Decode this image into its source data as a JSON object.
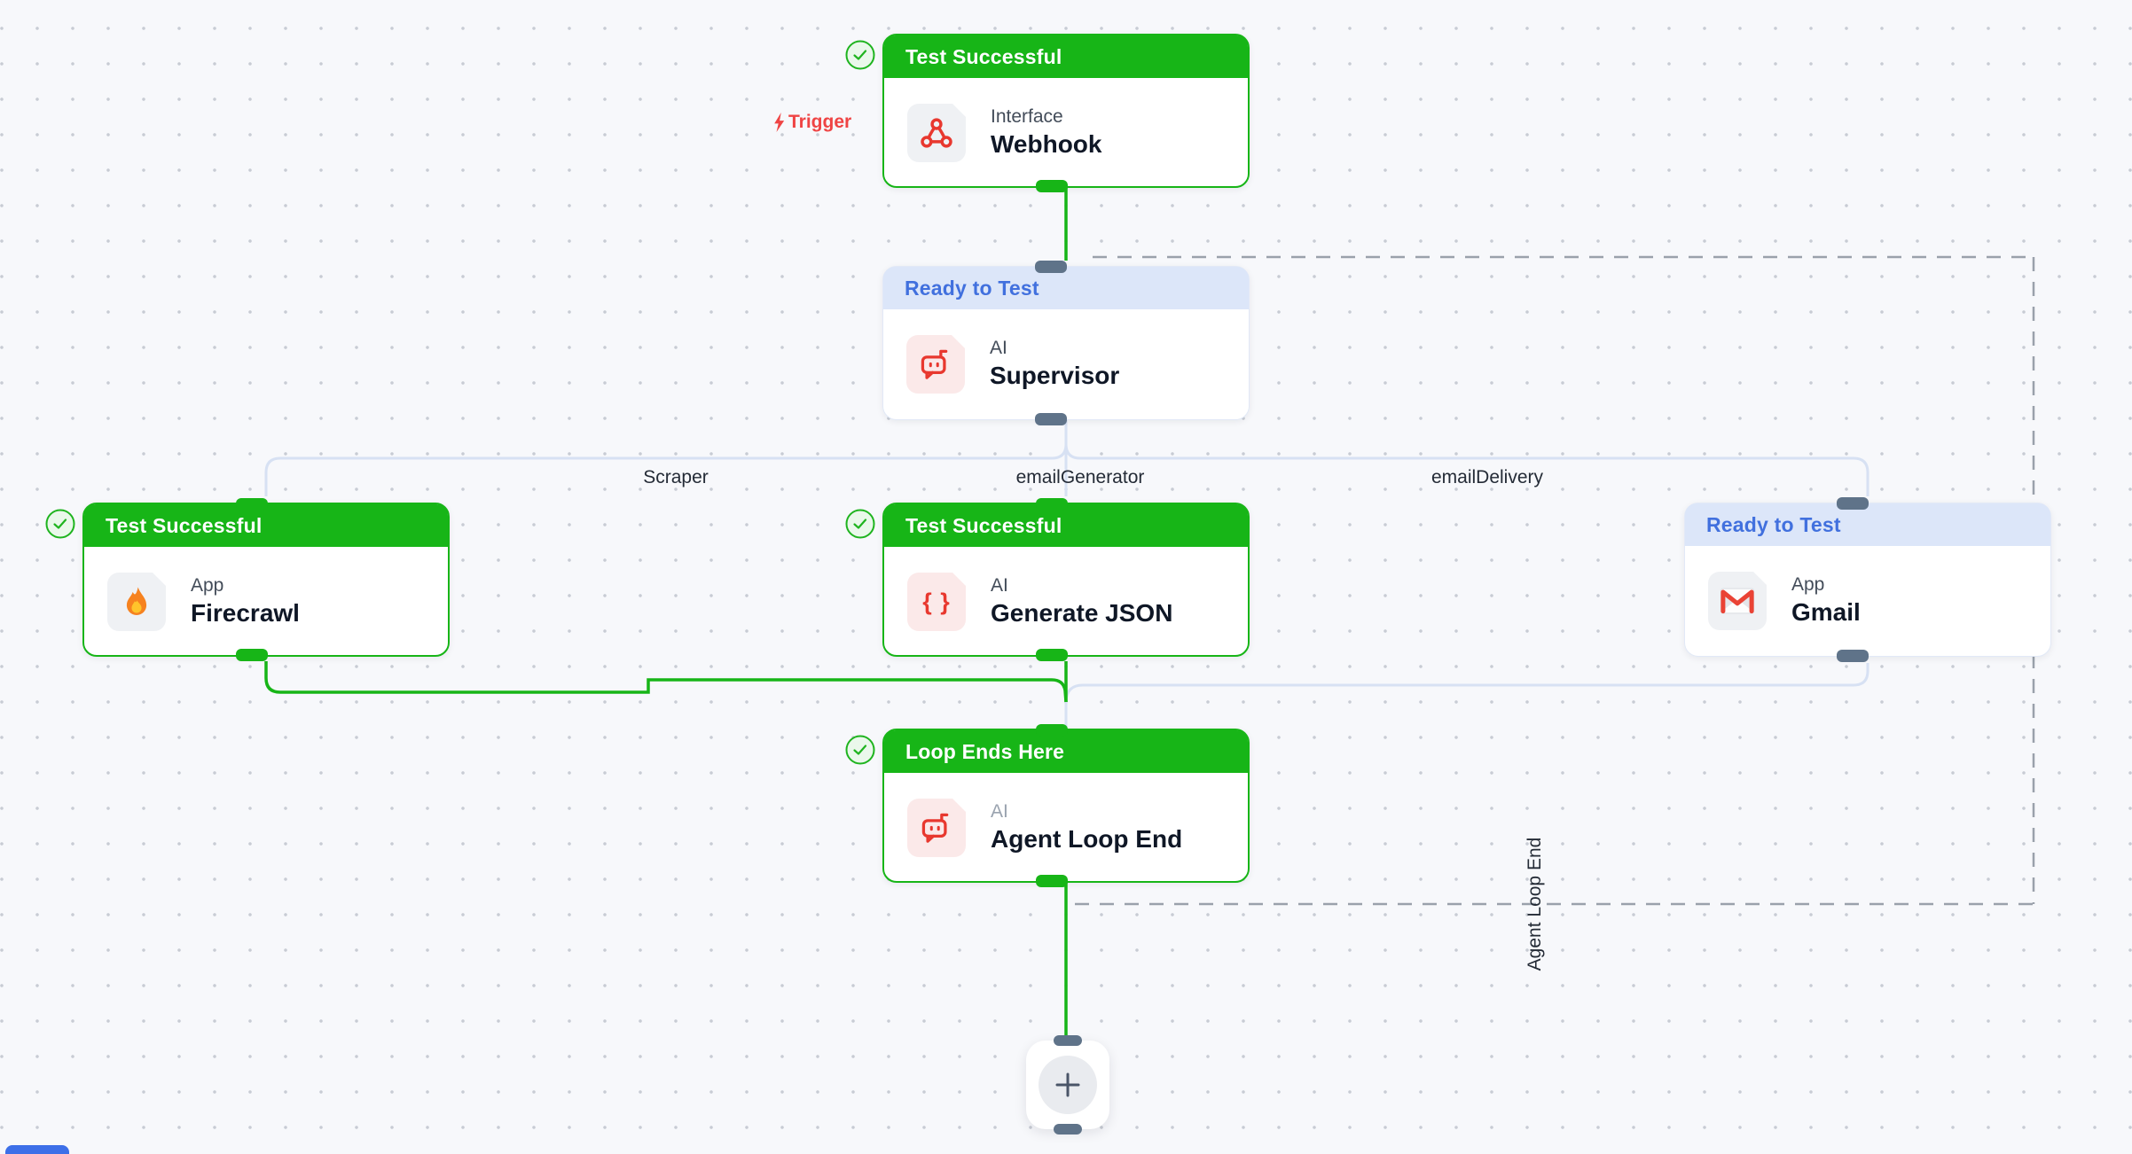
{
  "trigger": {
    "label": "Trigger"
  },
  "nodes": [
    {
      "status": "Test Successful",
      "category": "Interface",
      "name": "Webhook",
      "icon": "webhook-icon"
    },
    {
      "status": "Ready to Test",
      "category": "AI",
      "name": "Supervisor",
      "icon": "robot-icon"
    },
    {
      "status": "Test Successful",
      "category": "App",
      "name": "Firecrawl",
      "icon": "flame-icon"
    },
    {
      "status": "Test Successful",
      "category": "AI",
      "name": "Generate JSON",
      "icon": "braces-icon"
    },
    {
      "status": "Ready to Test",
      "category": "App",
      "name": "Gmail",
      "icon": "gmail-icon"
    },
    {
      "status": "Loop Ends Here",
      "category": "AI",
      "name": "Agent Loop End",
      "icon": "robot-icon"
    }
  ],
  "edge_labels": {
    "left": "Scraper",
    "middle": "emailGenerator",
    "right": "emailDelivery"
  },
  "loop_region": {
    "label": "Agent Loop End"
  },
  "icons": {
    "braces_text": "{ }"
  },
  "colors": {
    "success_green": "#17B517",
    "ready_header_bg": "#DCE6F9",
    "ready_header_text": "#4170DE",
    "edge_blue": "#D7E1F3",
    "handle_slate": "#5F7389",
    "trigger_red": "#EF4444",
    "icon_red": "#E8382F",
    "dash_gray": "#9AA1AB"
  }
}
